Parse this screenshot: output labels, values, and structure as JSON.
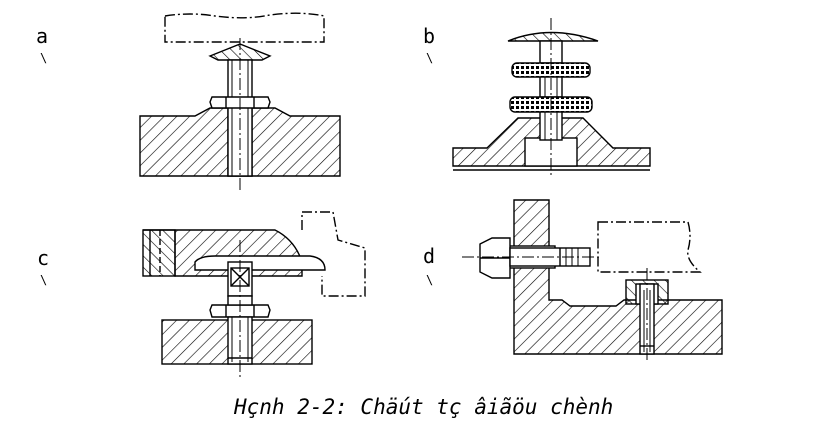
{
  "labels": {
    "a": "a",
    "b": "b",
    "c": "c",
    "d": "d"
  },
  "label_ticks": {
    "a": "\\",
    "b": "\\",
    "c": "\\",
    "d": "\\"
  },
  "caption": "Hçnh 2-2: Chäút tç âiãöu chènh"
}
